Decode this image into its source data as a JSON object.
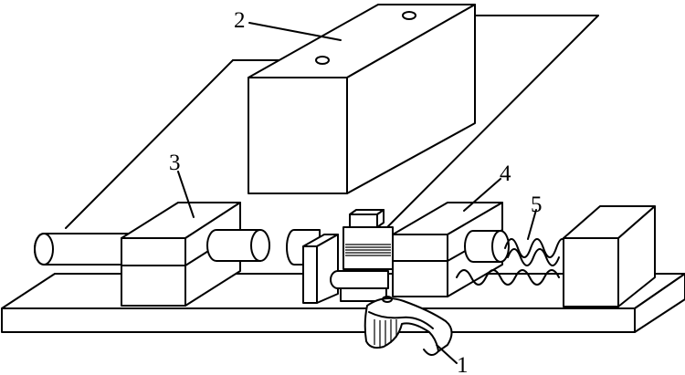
{
  "labels": {
    "label_1": "1",
    "label_2": "2",
    "label_3": "3",
    "label_4": "4",
    "label_5": "5"
  },
  "colors": {
    "stroke": "#000000",
    "background": "#ffffff"
  }
}
